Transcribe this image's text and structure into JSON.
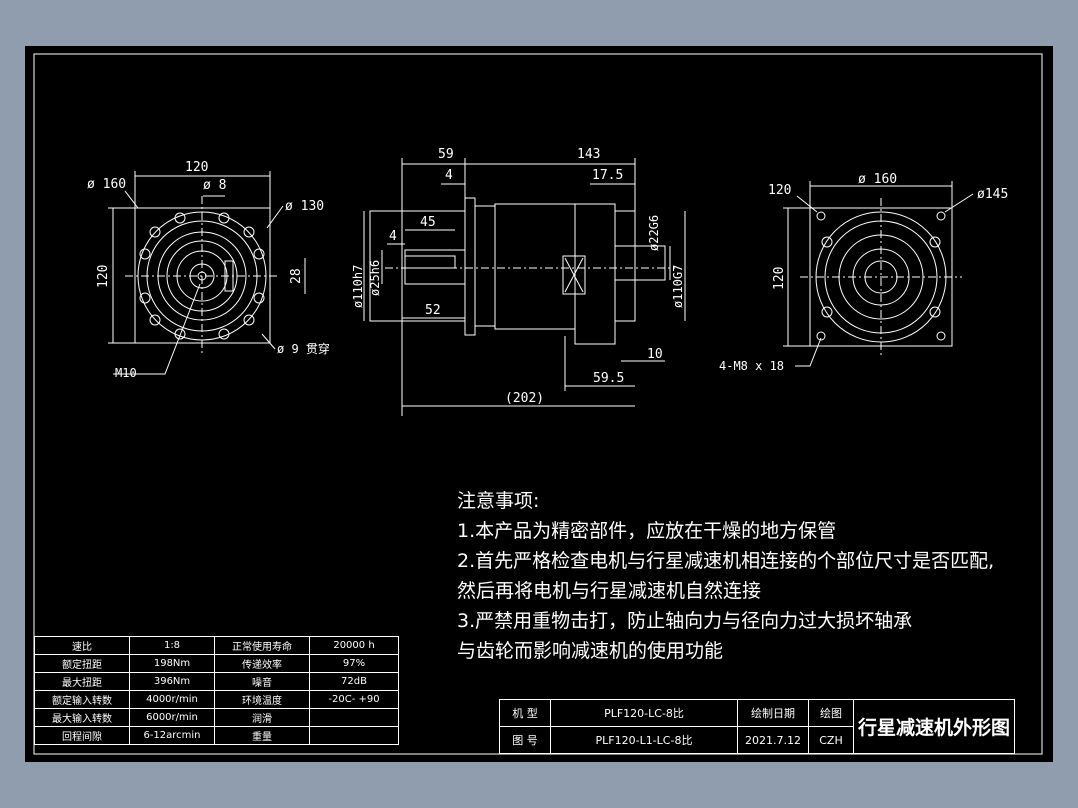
{
  "drawing": {
    "front_view": {
      "dim_width": "120",
      "dim_pcd_outer": "ø 160",
      "dim_shaft": "ø 8",
      "dim_pilot": "ø 130",
      "dim_height": "120",
      "dim_key": "28",
      "dim_holes": "ø 9 贯穿",
      "dim_thread": "M10"
    },
    "side_view": {
      "dim_59": "59",
      "dim_143": "143",
      "dim_4_top": "4",
      "dim_17_5": "17.5",
      "dim_45": "45",
      "dim_4_left": "4",
      "dim_110h7": "ø110h7",
      "dim_25h6": "ø25h6",
      "dim_52": "52",
      "dim_22g6": "ø22G6",
      "dim_110g7": "ø110G7",
      "dim_10": "10",
      "dim_59_5": "59.5",
      "dim_202": "(202)"
    },
    "rear_view": {
      "dim_160": "ø 160",
      "dim_120_top": "120",
      "dim_145": "ø145",
      "dim_120_left": "120",
      "dim_bolts": "4-M8 x 18"
    }
  },
  "notes": {
    "title": "注意事项:",
    "line1": "1.本产品为精密部件，应放在干燥的地方保管",
    "line2": "2.首先严格检查电机与行星减速机相连接的个部位尺寸是否匹配,",
    "line3": "然后再将电机与行星减速机自然连接",
    "line4": "3.严禁用重物击打，防止轴向力与径向力过大损坏轴承",
    "line5": "与齿轮而影响减速机的使用功能"
  },
  "spec_table": {
    "rows": [
      {
        "k1": "速比",
        "v1": "1:8",
        "k2": "正常使用寿命",
        "v2": "20000 h"
      },
      {
        "k1": "额定扭距",
        "v1": "198Nm",
        "k2": "传递效率",
        "v2": "97%"
      },
      {
        "k1": "最大扭距",
        "v1": "396Nm",
        "k2": "噪音",
        "v2": "72dB"
      },
      {
        "k1": "额定输入转数",
        "v1": "4000r/min",
        "k2": "环境温度",
        "v2": "-20C- +90"
      },
      {
        "k1": "最大输入转数",
        "v1": "6000r/min",
        "k2": "润滑",
        "v2": ""
      },
      {
        "k1": "回程间隙",
        "v1": "6-12arcmin",
        "k2": "重量",
        "v2": ""
      }
    ]
  },
  "title_block": {
    "model_label": "机 型",
    "model_value": "PLF120-LC-8比",
    "drawn_date_label": "绘制日期",
    "drawer_label": "绘图",
    "drawing_no_label": "图 号",
    "drawing_no_value": "PLF120-L1-LC-8比",
    "date_value": "2021.7.12",
    "drawer_value": "CZH",
    "title": "行星减速机外形图"
  }
}
